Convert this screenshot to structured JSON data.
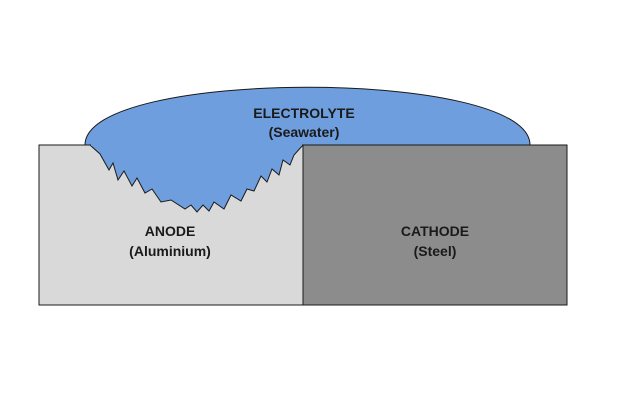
{
  "electrolyte": {
    "title": "ELECTROLYTE",
    "subtitle": "(Seawater)",
    "color": "#6f9ede"
  },
  "anode": {
    "title": "ANODE",
    "subtitle": "(Aluminium)",
    "color": "#d9d9d9"
  },
  "cathode": {
    "title": "CATHODE",
    "subtitle": "(Steel)",
    "color": "#8c8c8c"
  }
}
